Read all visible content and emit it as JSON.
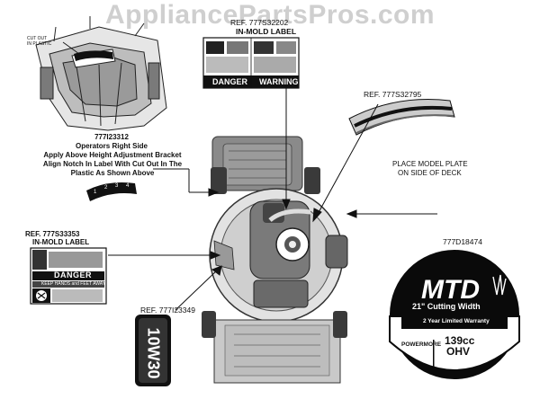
{
  "watermark": "AppliancePartsPros.com",
  "labels": {
    "inmold_top_ref": "REF. 777S32202",
    "inmold_top_sub": "IN-MOLD LABEL",
    "danger_word": "DANGER",
    "warning_word": "WARNING",
    "ref_777s32795": "REF. 777S32795",
    "place_model_plate_1": "PLACE MODEL PLATE",
    "place_model_plate_2": "ON SIDE OF DECK",
    "part_777i23312": "777I23312",
    "operators_right_side": "Operators Right Side",
    "instr_1": "Apply Above Height Adjustment Bracket",
    "instr_2": "Align Notch In Label With Cut Out In The",
    "instr_3": "Plastic As Shown Above",
    "cut_out_1": "CUT OUT",
    "cut_out_2": "IN PLASTIC",
    "ref_777s33353": "REF. 777S33353",
    "inmold_left_sub": "IN-MOLD LABEL",
    "danger_small": "DANGER",
    "keep_hands": "KEEP HANDS and FEET AWAY",
    "ref_777i23349": "REF. 777I23349",
    "oil_label": "10W30",
    "part_777d18474": "777D18474",
    "mtd_brand": "MTD",
    "cutting_width": "21\" Cutting Width",
    "warranty": "2 Year Limited Warranty",
    "powermore": "POWERMORE",
    "cc": "139cc",
    "ohv": "OHV",
    "dial_1": "1",
    "dial_2": "2",
    "dial_3": "3",
    "dial_4": "4"
  },
  "colors": {
    "ink": "#111111",
    "mower_gray": "#8a8a8a",
    "mower_dark": "#555555",
    "mower_light": "#d4d4d4",
    "label_black": "#0a0a0a",
    "watermark": "#cfcfcf"
  }
}
